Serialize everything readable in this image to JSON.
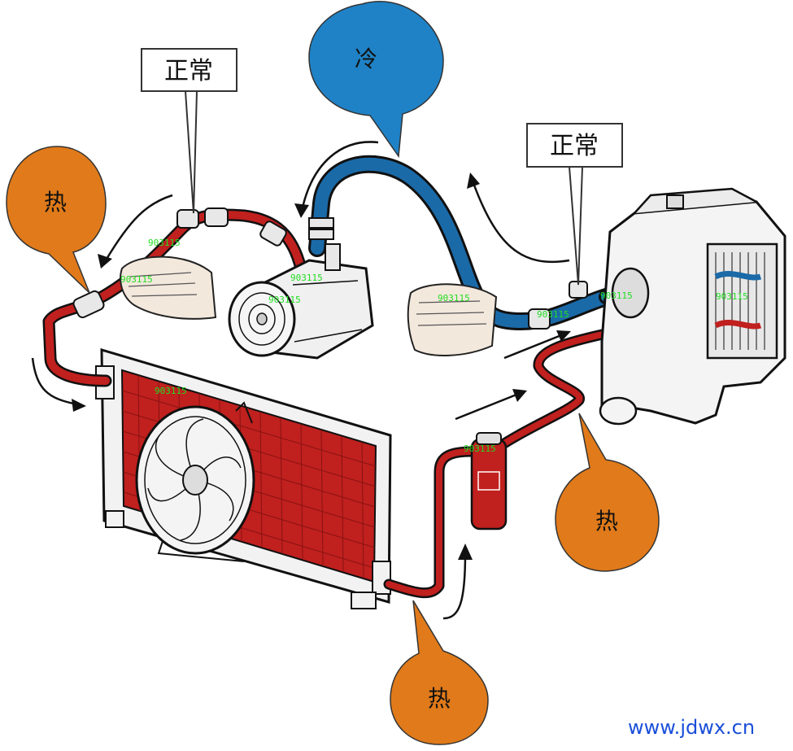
{
  "labels": {
    "normal_left": "正常",
    "normal_right": "正常",
    "cold": "冷",
    "hot_left": "热",
    "hot_right": "热",
    "hot_bottom": "热"
  },
  "watermarks": [
    "903115",
    "903115",
    "903115",
    "903115",
    "903115",
    "903115",
    "903115",
    "903115",
    "903115",
    "903115"
  ],
  "site": "www.jdwx.cn",
  "colors": {
    "hot": "#c0201e",
    "cold": "#1b6aa8",
    "cold_callout": "#1f82c6",
    "hot_callout": "#e07a1a",
    "box_border": "#333333"
  },
  "icons": [
    "hand-icon",
    "compressor-icon",
    "condenser-icon",
    "fan-icon",
    "receiver-drier-icon",
    "evaporator-icon",
    "flow-arrow-icon"
  ]
}
